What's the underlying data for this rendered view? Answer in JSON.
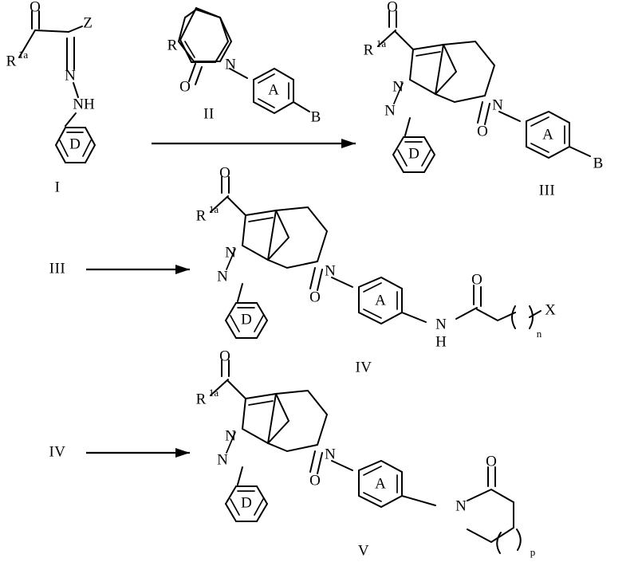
{
  "figure": {
    "title": "Reaction scheme I to V",
    "type": "chemical-reaction-scheme"
  },
  "structures": {
    "compound_I": {
      "roman": "I",
      "atom_labels": [
        "O",
        "Z",
        "N",
        "NH",
        "R",
        "1a",
        "D"
      ],
      "ring_label": "D"
    },
    "compound_II": {
      "roman": "II",
      "atom_labels": [
        "O",
        "N",
        "R",
        "A",
        "B"
      ],
      "ring_labels": [
        "A"
      ]
    },
    "compound_III": {
      "roman": "III",
      "atom_labels": [
        "O",
        "N",
        "N",
        "N",
        "R",
        "1a",
        "D",
        "A",
        "B"
      ],
      "ring_labels": [
        "D",
        "A"
      ]
    },
    "compound_IV": {
      "roman": "IV",
      "atom_labels": [
        "O",
        "N",
        "N",
        "N",
        "R",
        "1a",
        "D",
        "A",
        "N",
        "H",
        "O",
        "X",
        "n"
      ],
      "ring_labels": [
        "D",
        "A"
      ]
    },
    "compound_V": {
      "roman": "V",
      "atom_labels": [
        "O",
        "N",
        "N",
        "N",
        "R",
        "1a",
        "D",
        "A",
        "N",
        "O",
        "p"
      ],
      "ring_labels": [
        "D",
        "A"
      ]
    }
  },
  "labels": {
    "R": "R",
    "R1a_base": "R",
    "R1a_sup": "1a",
    "Z": "Z",
    "N": "N",
    "NH": "NH",
    "O": "O",
    "A": "A",
    "B": "B",
    "D": "D",
    "X": "X",
    "H": "H",
    "n": "n",
    "p": "p",
    "roman_I": "I",
    "roman_II": "II",
    "roman_III": "III",
    "roman_IV": "IV",
    "roman_V": "V"
  },
  "steps": [
    {
      "id": "step-1",
      "reactants": "I + II",
      "product": "III",
      "arrow": "reaction-arrow-1"
    },
    {
      "id": "step-2",
      "reactants": "III",
      "product": "IV",
      "arrow": "reaction-arrow-2"
    },
    {
      "id": "step-3",
      "reactants": "IV",
      "product": "V",
      "arrow": "reaction-arrow-3"
    }
  ],
  "colors": {
    "ink": "#000000",
    "background": "#ffffff"
  }
}
